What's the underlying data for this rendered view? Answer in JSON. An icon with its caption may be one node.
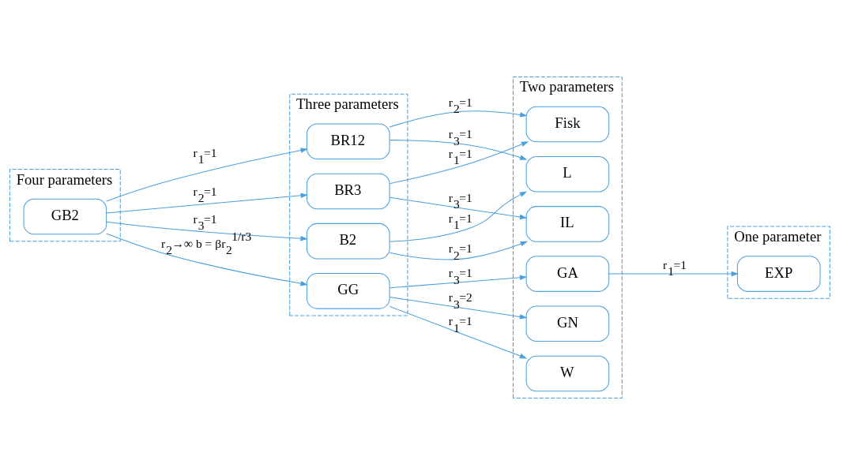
{
  "diagram": {
    "nodes": [
      {
        "text": [
          "Four parameters"
        ]
      },
      {
        "text": [
          "GB2"
        ],
        "in": 0
      },
      {
        "text": [
          "Three parameters"
        ]
      },
      {
        "text": [
          "BR12"
        ],
        "in": 2
      },
      {
        "text": [
          "BR3"
        ],
        "in": 2
      },
      {
        "text": [
          "B2"
        ],
        "in": 2
      },
      {
        "text": [
          "GG"
        ],
        "in": 2
      },
      {
        "text": [
          "Two parameters"
        ]
      },
      {
        "text": [
          "Fisk"
        ],
        "in": 7
      },
      {
        "text": [
          "L"
        ],
        "in": 7
      },
      {
        "text": [
          "IL"
        ],
        "in": 7
      },
      {
        "text": [
          "GA"
        ],
        "in": 7
      },
      {
        "text": [
          "GN"
        ],
        "in": 7
      },
      {
        "text": [
          "W"
        ],
        "in": 7
      },
      {
        "text": [
          "One parameter"
        ]
      },
      {
        "text": [
          "EXP"
        ],
        "in": 14
      }
    ],
    "edges": [
      {
        "from": 1,
        "to": 3,
        "arrow": "to",
        "label": "r$_{1}$=1"
      },
      {
        "from": 1,
        "to": 4,
        "arrow": "to",
        "label": "r$_{2}$=1"
      },
      {
        "from": 1,
        "to": 5,
        "arrow": "to",
        "label": "r$_{3}$=1"
      },
      {
        "from": 1,
        "to": 6,
        "arrow": "to",
        "label": "r$_{2}$→∞ b = βr$_{2}$$^{1/r3}$"
      },
      {
        "from": 3,
        "to": 8,
        "arrow": "to",
        "label": "r$_{2}$=1"
      },
      {
        "from": 3,
        "to": 9,
        "arrow": "to",
        "label": "r$_{3}$=1"
      },
      {
        "from": 4,
        "to": 8,
        "arrow": "to",
        "label": "r$_{1}$=1"
      },
      {
        "from": 4,
        "to": 10,
        "arrow": "to",
        "label": "r$_{3}$=1"
      },
      {
        "from": 5,
        "to": 9,
        "arrow": "to",
        "label": "r$_{1}$=1"
      },
      {
        "from": 5,
        "to": 10,
        "arrow": "to",
        "label": "r$_{2}$=1"
      },
      {
        "from": 6,
        "to": 11,
        "arrow": "to",
        "label": "r$_{3}$=1"
      },
      {
        "from": 6,
        "to": 12,
        "arrow": "to",
        "label": "r$_{3}$=2"
      },
      {
        "from": 6,
        "to": 13,
        "arrow": "to",
        "label": "r$_{1}$=1"
      },
      {
        "from": 11,
        "to": 15,
        "arrow": "to",
        "label": "r$_{1}$=1"
      }
    ]
  }
}
